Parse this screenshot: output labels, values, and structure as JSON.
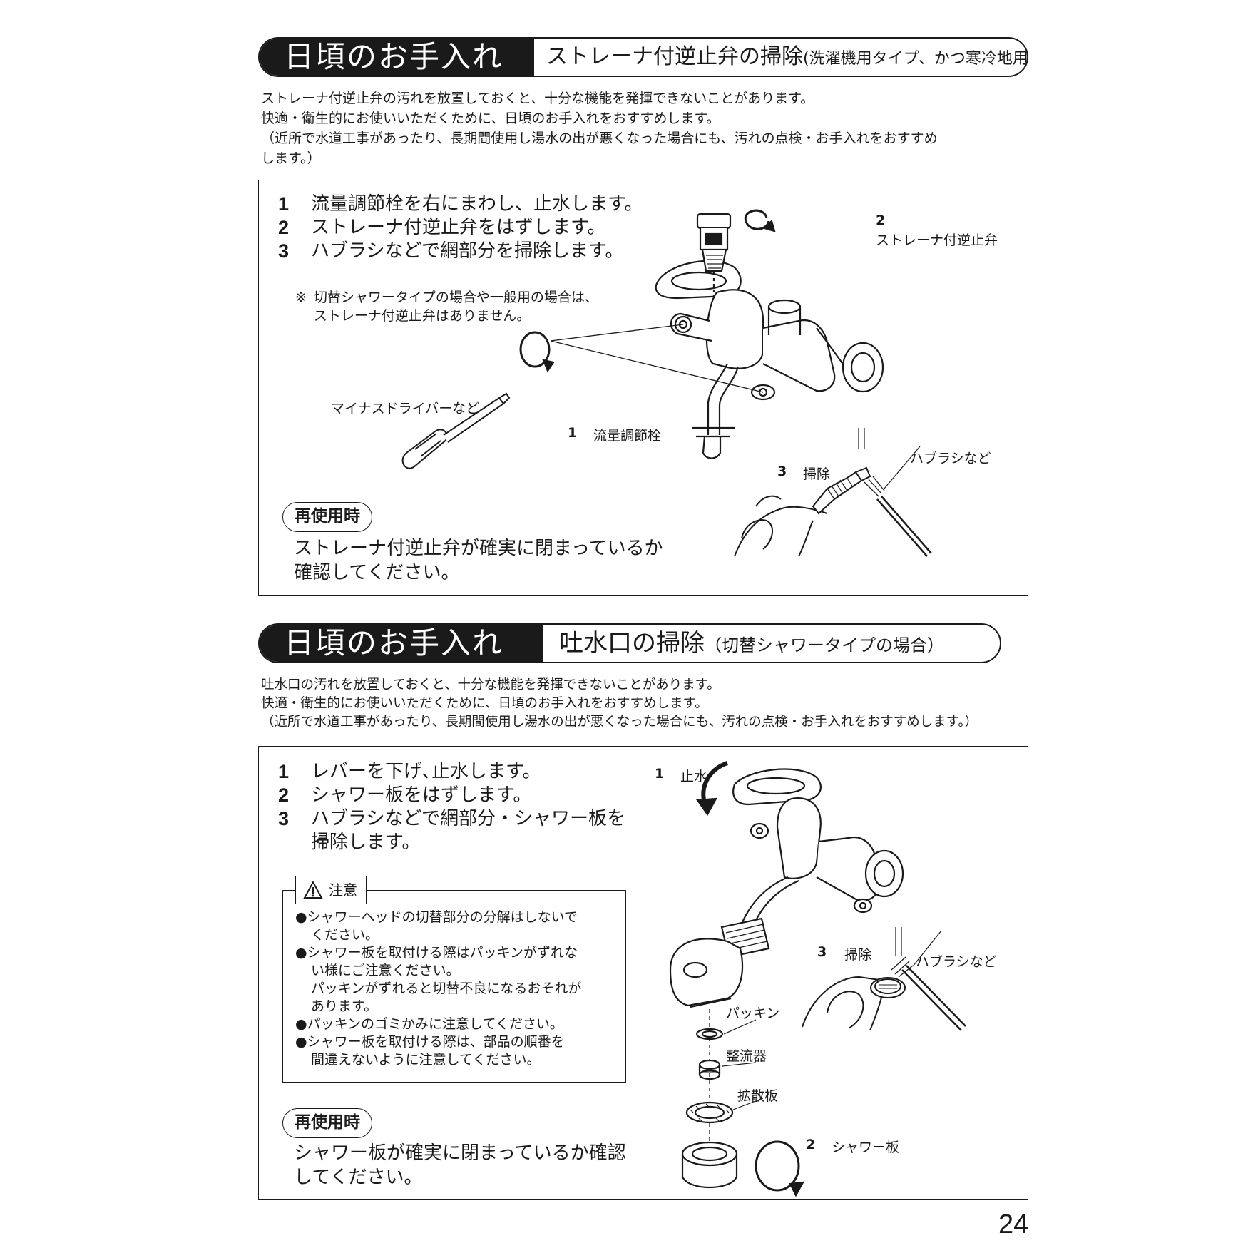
{
  "section1": {
    "banner_title": "日頃のお手入れ",
    "banner_subtitle": "ストレーナ付逆止弁の掃除",
    "banner_paren": "(洗濯機用タイプ、かつ寒冷地用の場合)",
    "intro": "ストレーナ付逆止弁の汚れを放置しておくと、十分な機能を発揮できないことがあります。\n快適・衛生的にお使いいただくために、日頃のお手入れをおすすめします。\n（近所で水道工事があったり、長期間使用し湯水の出が悪くなった場合にも、汚れの点検・お手入れをおすすめ\nします。）",
    "steps": [
      {
        "num": "1",
        "text": "流量調節栓を右にまわし、止水します。"
      },
      {
        "num": "2",
        "text": "ストレーナ付逆止弁をはずします。"
      },
      {
        "num": "3",
        "text": "ハブラシなどで網部分を掃除します。"
      }
    ],
    "note_mark": "※",
    "note": "切替シャワータイプの場合や一般用の場合は、\nストレーナ付逆止弁はありません。",
    "labels": {
      "step2_num": "2",
      "step2_label": "ストレーナ付逆止弁",
      "screwdriver": "マイナスドライバーなど",
      "step1_num": "1",
      "step1_label": "流量調節栓",
      "step3_num": "3",
      "step3_label": "掃除",
      "toothbrush": "ハブラシなど"
    },
    "reuse_label": "再使用時",
    "reuse_text": "ストレーナ付逆止弁が確実に閉まっているか\n確認してください。"
  },
  "section2": {
    "banner_title": "日頃のお手入れ",
    "banner_subtitle": "吐水口の掃除",
    "banner_paren": "（切替シャワータイプの場合）",
    "intro": "吐水口の汚れを放置しておくと、十分な機能を発揮できないことがあります。\n快適・衛生的にお使いいただくために、日頃のお手入れをおすすめします。\n（近所で水道工事があったり、長期間使用し湯水の出が悪くなった場合にも、汚れの点検・お手入れをおすすめします。）",
    "steps": [
      {
        "num": "1",
        "text": "レバーを下げ､止水します。"
      },
      {
        "num": "2",
        "text": "シャワー板をはずします。"
      },
      {
        "num": "3",
        "text": "ハブラシなどで網部分・シャワー板を\n掃除します。"
      }
    ],
    "caution_title": "注意",
    "caution_items": [
      {
        "bullet": "●",
        "lines": [
          "シャワーヘッドの切替部分の分解はしないで",
          "ください。"
        ]
      },
      {
        "bullet": "●",
        "lines": [
          "シャワー板を取付ける際はパッキンがずれな",
          "い様にご注意ください。",
          "パッキンがずれると切替不良になるおそれが",
          "あります。"
        ]
      },
      {
        "bullet": "●",
        "lines": [
          "パッキンのゴミかみに注意してください。"
        ]
      },
      {
        "bullet": "●",
        "lines": [
          "シャワー板を取付ける際は、部品の順番を",
          "間違えないように注意してください。"
        ]
      }
    ],
    "labels": {
      "step1_num": "1",
      "step1_label": "止水",
      "step3_num": "3",
      "step3_label": "掃除",
      "toothbrush": "ハブラシなど",
      "packing": "パッキン",
      "rectifier": "整流器",
      "diffuser": "拡散板",
      "step2_num": "2",
      "step2_label": "シャワー板"
    },
    "reuse_label": "再使用時",
    "reuse_text": "シャワー板が確実に閉まっているか確認\nしてください。"
  },
  "page_number": "24"
}
